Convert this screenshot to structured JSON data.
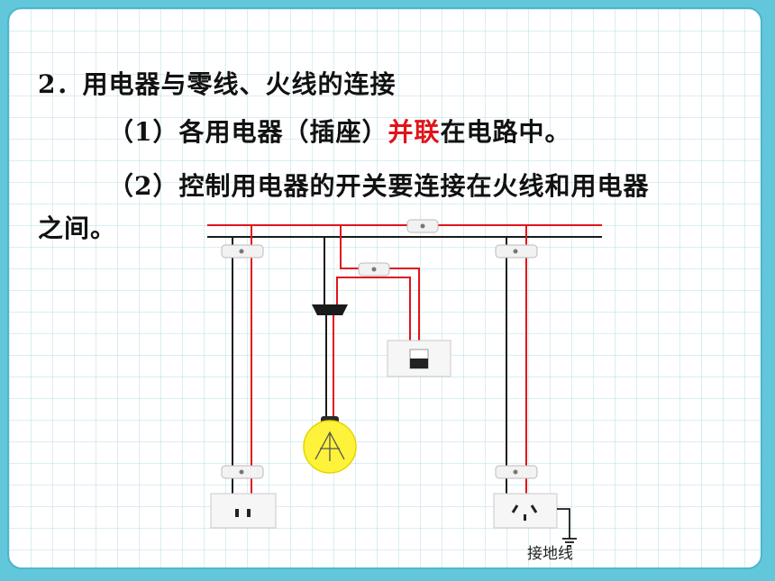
{
  "content": {
    "heading": "2．用电器与零线、火线的连接",
    "item1_prefix": "（1）各用电器（插座）",
    "item1_emphasis": "并联",
    "item1_suffix": "在电路中。",
    "item2_line1": "（2）控制用电器的开关要连接在火线和用电器",
    "item2_line2": "之间。"
  },
  "diagram": {
    "ground_label": "接地线",
    "colors": {
      "live_wire": "#e0141b",
      "neutral_wire": "#1a1a1a",
      "bulb_glow": "#fff23a"
    }
  }
}
